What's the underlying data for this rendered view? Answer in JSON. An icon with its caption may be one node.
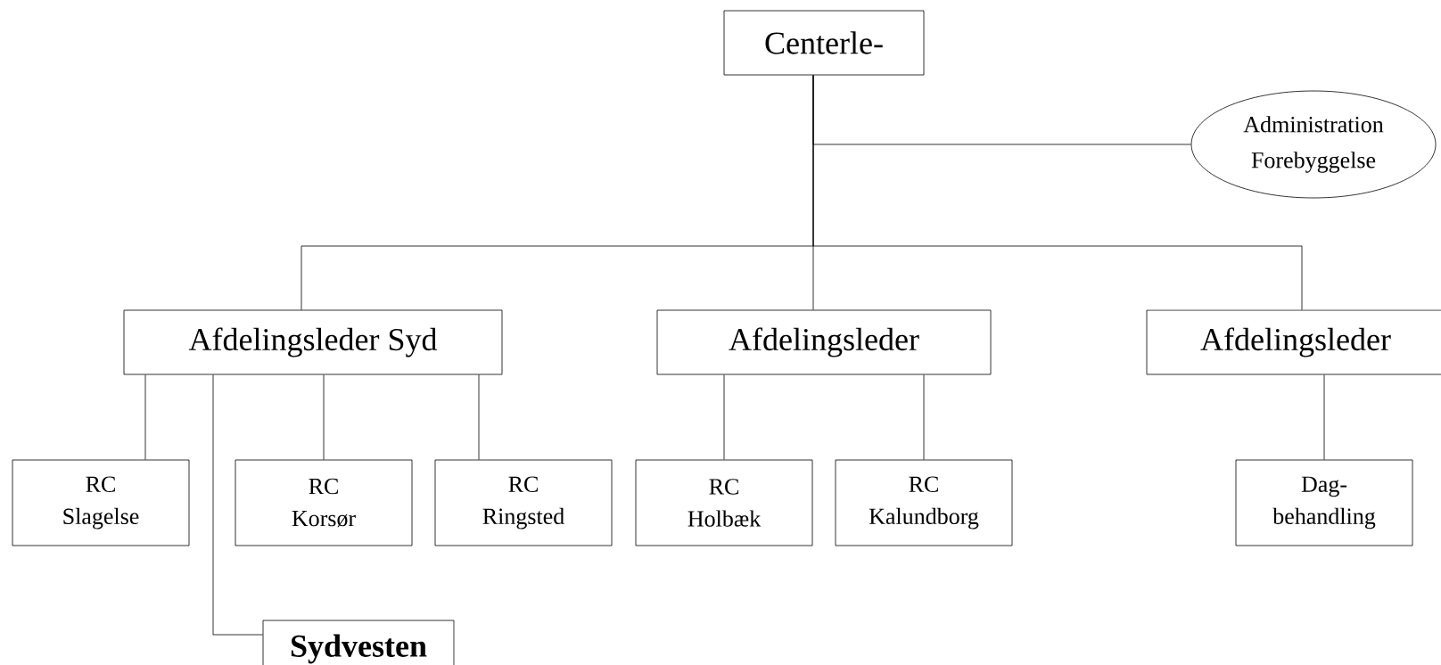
{
  "diagram": {
    "nodes": [
      {
        "text": [
          "Centerle-"
        ]
      },
      {
        "text": [
          "Administration",
          "Forebyggelse"
        ]
      },
      {
        "text": [
          "Afdelingsleder Syd"
        ]
      },
      {
        "text": [
          "Afdelingsleder"
        ]
      },
      {
        "text": [
          "Afdelingsleder"
        ]
      },
      {
        "text": [
          "RC Slagelse"
        ]
      },
      {
        "text": [
          "RC Korsør"
        ]
      },
      {
        "text": [
          "RC Ringsted"
        ]
      },
      {
        "text": [
          "RC Holbæk"
        ]
      },
      {
        "text": [
          "RC Kalundborg"
        ]
      },
      {
        "text": [
          "Dag- behandling"
        ]
      },
      {
        "text": [
          "Sydvesten"
        ]
      }
    ],
    "edges": [
      {
        "from": 0,
        "to": 1,
        "arrow": "none"
      },
      {
        "from": 0,
        "to": 2,
        "arrow": "none"
      },
      {
        "from": 0,
        "to": 3,
        "arrow": "none"
      },
      {
        "from": 0,
        "to": 4,
        "arrow": "none"
      },
      {
        "from": 2,
        "to": 5,
        "arrow": "none"
      },
      {
        "from": 2,
        "to": 6,
        "arrow": "none"
      },
      {
        "from": 2,
        "to": 7,
        "arrow": "none"
      },
      {
        "from": 2,
        "to": 11,
        "arrow": "none"
      },
      {
        "from": 3,
        "to": 8,
        "arrow": "none"
      },
      {
        "from": 3,
        "to": 9,
        "arrow": "none"
      },
      {
        "from": 4,
        "to": 10,
        "arrow": "none"
      }
    ]
  }
}
